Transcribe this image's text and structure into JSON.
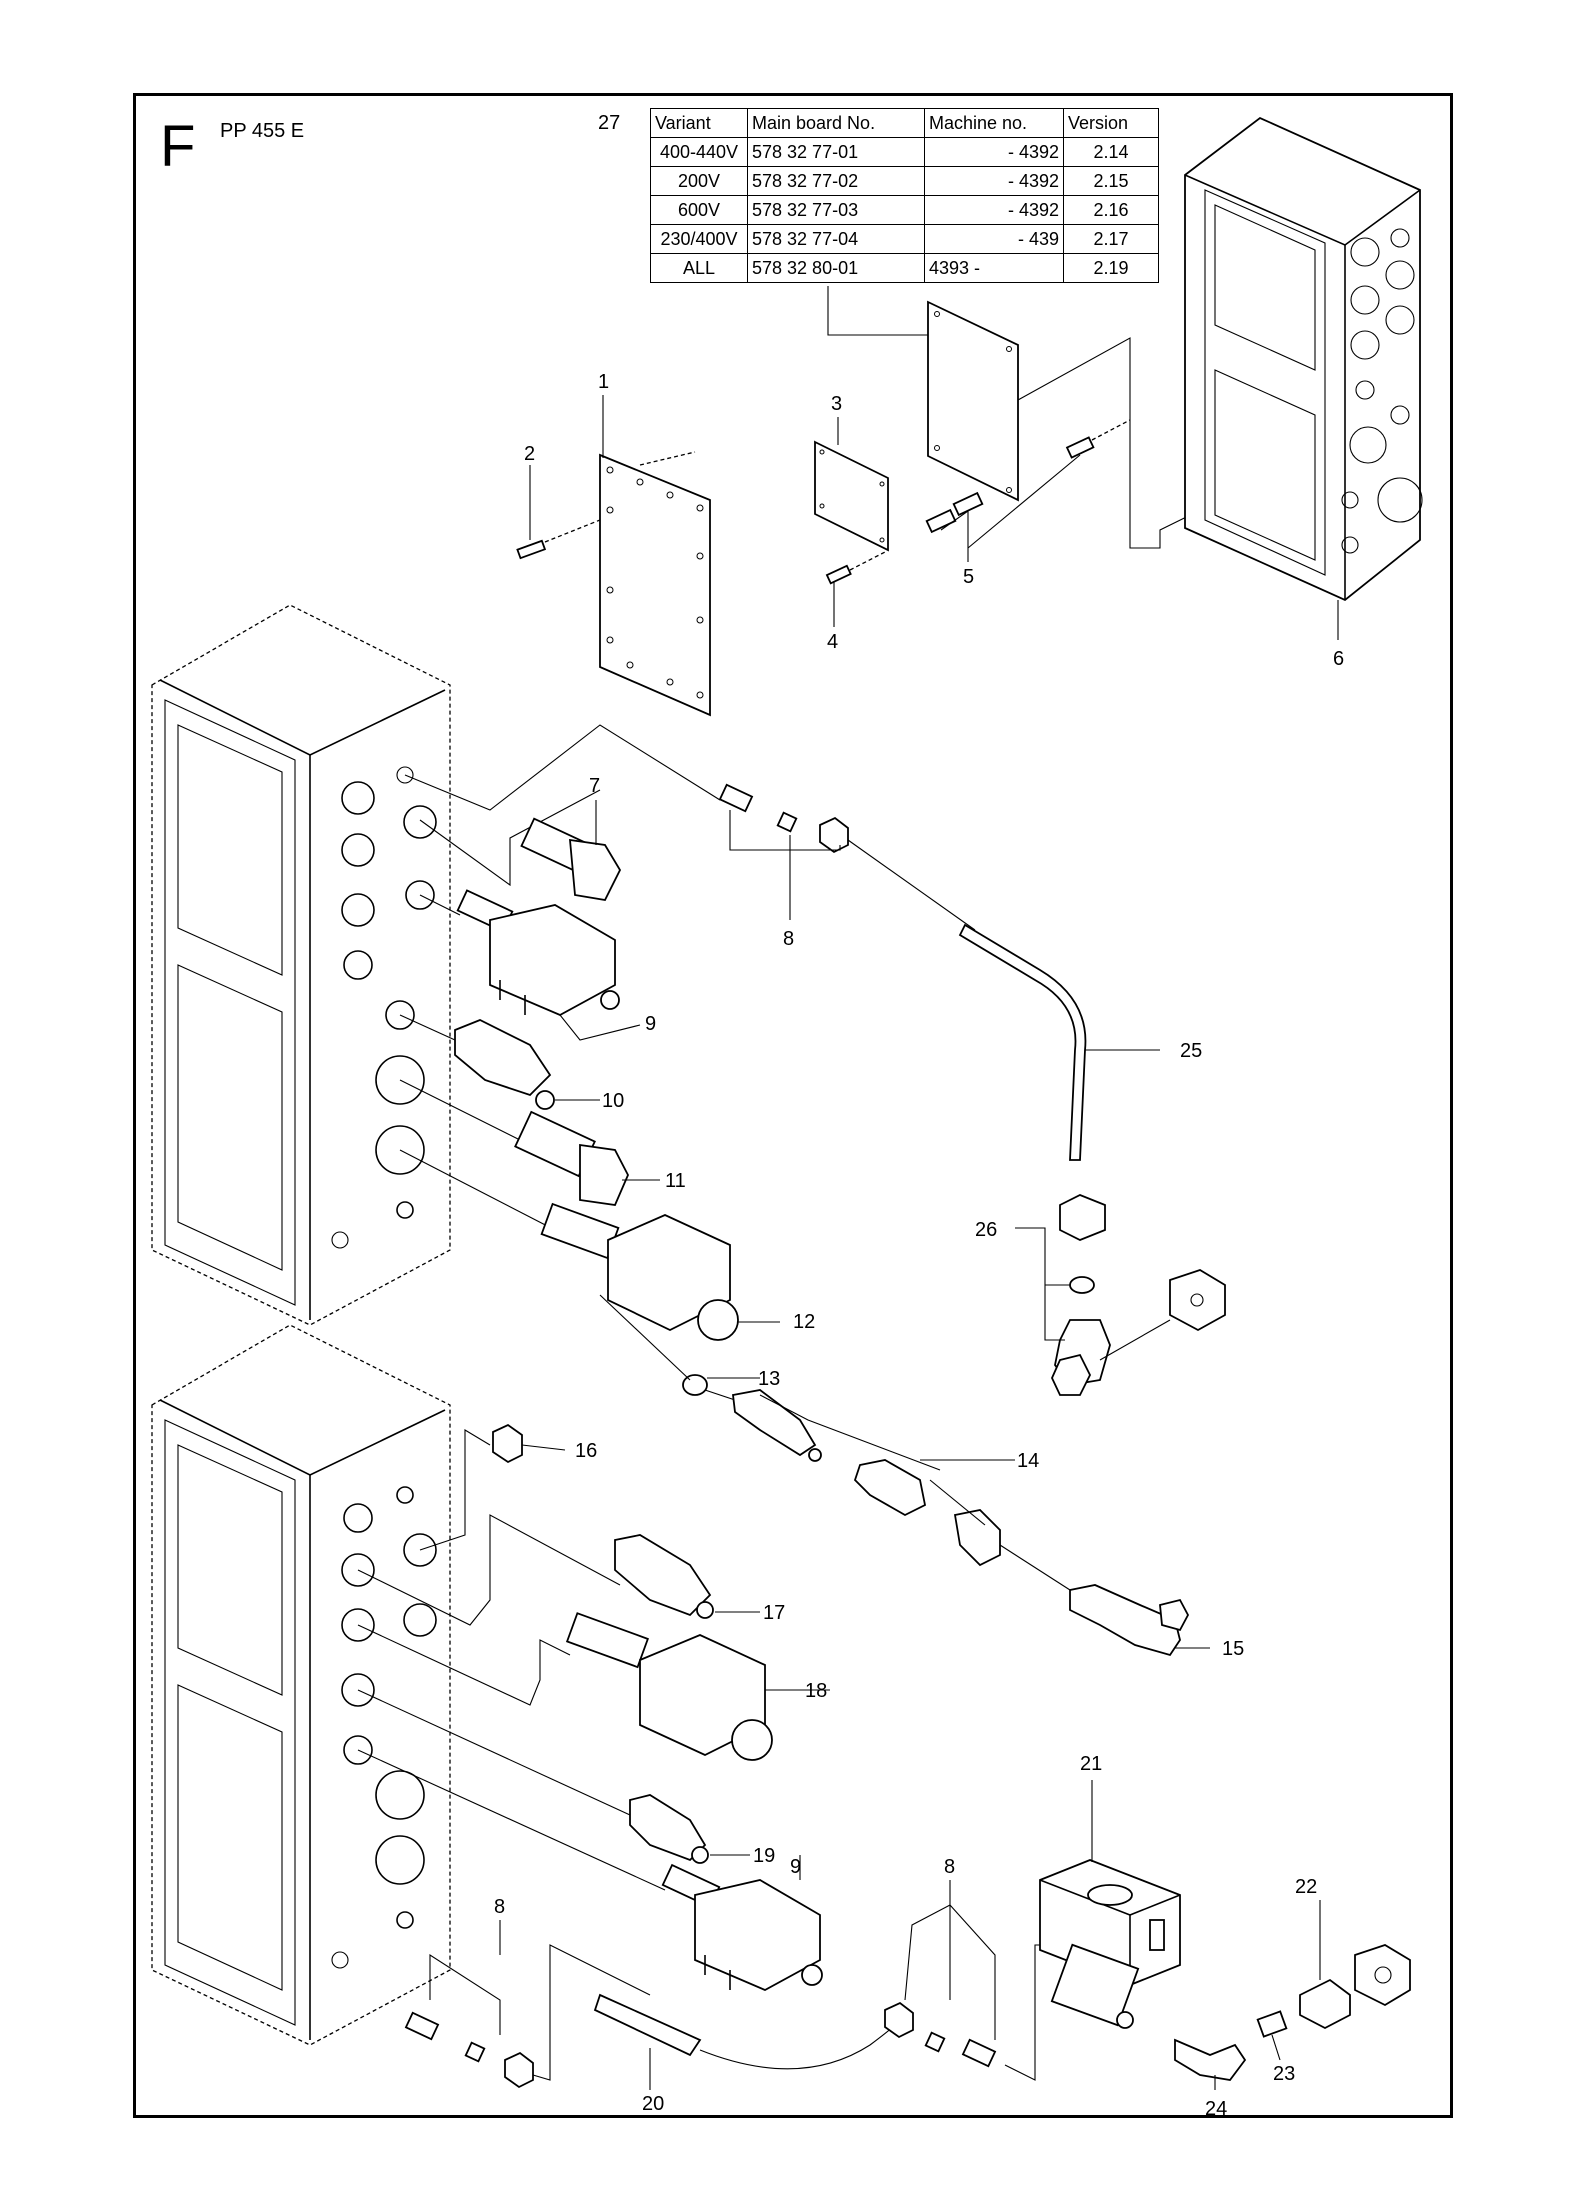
{
  "page": {
    "section_letter": "F",
    "model": "PP 455 E"
  },
  "table": {
    "callout": "27",
    "headers": [
      "Variant",
      "Main board No.",
      "Machine no.",
      "Version"
    ],
    "rows": [
      [
        "400-440V",
        "578 32 77-01",
        "- 4392",
        "2.14"
      ],
      [
        "200V",
        "578 32 77-02",
        "- 4392",
        "2.15"
      ],
      [
        "600V",
        "578 32 77-03",
        "- 4392",
        "2.16"
      ],
      [
        "230/400V",
        "578 32 77-04",
        "- 439",
        "2.17"
      ],
      [
        "ALL",
        "578 32 80-01",
        "4393 -",
        "2.19"
      ]
    ]
  },
  "callouts": {
    "c1": "1",
    "c2": "2",
    "c3": "3",
    "c4": "4",
    "c5": "5",
    "c6": "6",
    "c7": "7",
    "c8a": "8",
    "c8b": "8",
    "c8c": "8",
    "c9a": "9",
    "c9b": "9",
    "c10": "10",
    "c11": "11",
    "c12": "12",
    "c13": "13",
    "c14": "14",
    "c15": "15",
    "c16": "16",
    "c17": "17",
    "c18": "18",
    "c19": "19",
    "c20": "20",
    "c21": "21",
    "c22": "22",
    "c23": "23",
    "c24": "24",
    "c25": "25",
    "c26": "26"
  }
}
